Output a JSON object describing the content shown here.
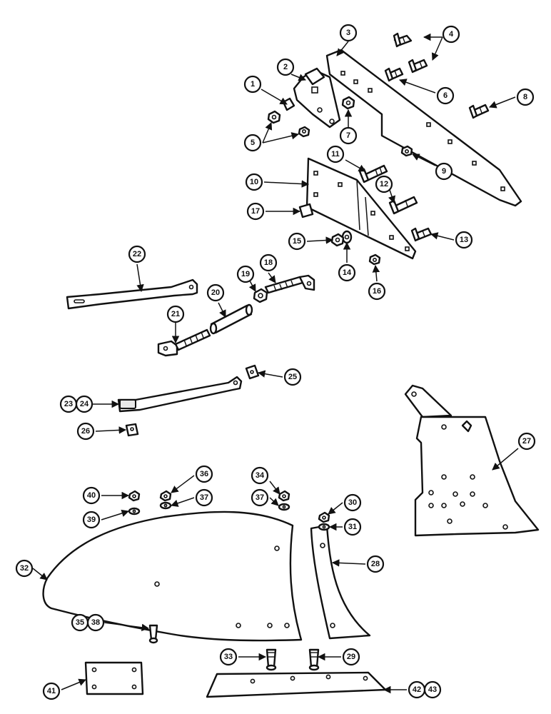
{
  "callouts": {
    "c1": "1",
    "c2": "2",
    "c3": "3",
    "c4": "4",
    "c5": "5",
    "c6": "6",
    "c7": "7",
    "c8": "8",
    "c9": "9",
    "c10": "10",
    "c11": "11",
    "c12": "12",
    "c13": "13",
    "c14": "14",
    "c15": "15",
    "c16": "16",
    "c17": "17",
    "c18": "18",
    "c19": "19",
    "c20": "20",
    "c21": "21",
    "c22": "22",
    "c23": "23",
    "c24": "24",
    "c25": "25",
    "c26": "26",
    "c27": "27",
    "c28": "28",
    "c29": "29",
    "c30": "30",
    "c31": "31",
    "c32": "32",
    "c33": "33",
    "c34": "34",
    "c35": "35",
    "c36": "36",
    "c37a": "37",
    "c37b": "37",
    "c38": "38",
    "c39": "39",
    "c40": "40",
    "c41": "41",
    "c42": "42",
    "c43": "43"
  }
}
